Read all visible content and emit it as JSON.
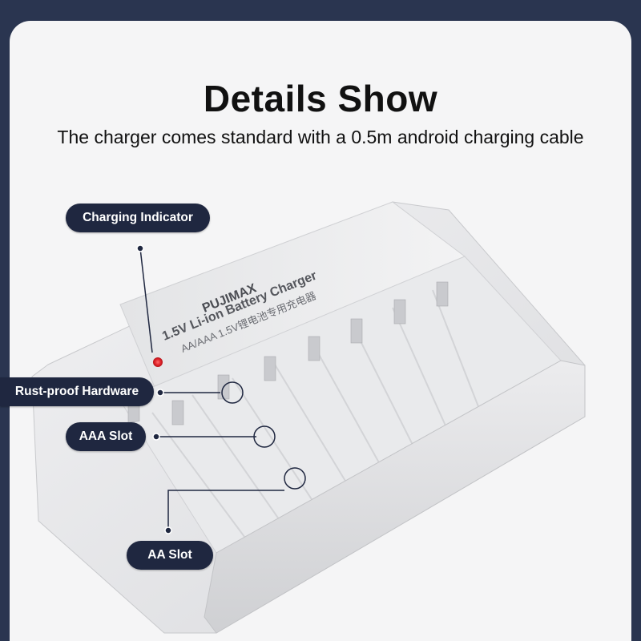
{
  "title": "Details Show",
  "subtitle": "The charger comes standard with a 0.5m android charging cable",
  "product": {
    "brand": "PUJIMAX",
    "model_line": "1.5V Li-ion Battery Charger",
    "spec_line": "AA/AAA 1.5V锂电池专用充电器",
    "slot_count": 8
  },
  "callouts": {
    "charging_indicator": "Charging Indicator",
    "rust_proof": "Rust-proof Hardware",
    "aaa_slot": "AAA Slot",
    "aa_slot": "AA Slot"
  },
  "colors": {
    "page_bg": "#2a3550",
    "card_bg": "#f5f5f6",
    "label_bg": "#1f2740",
    "indicator_led": "#e0242b",
    "charger_body": "#e6e7e9"
  }
}
